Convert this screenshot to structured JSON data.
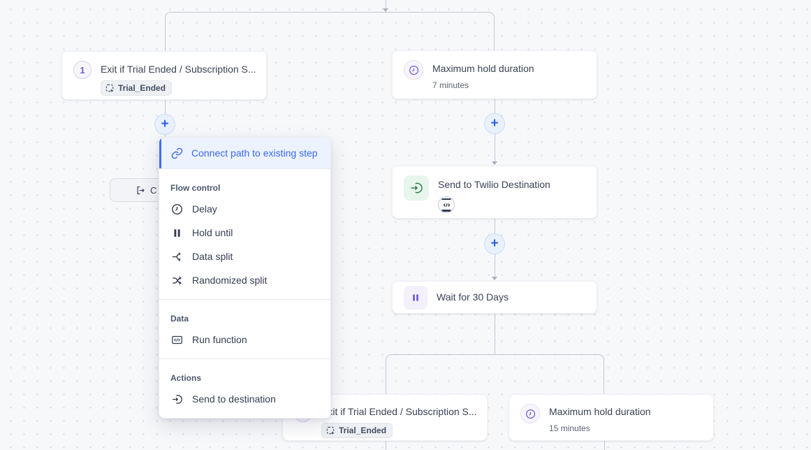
{
  "canvas": {
    "background": "#f7f8fa",
    "dot_color": "#d7dae1",
    "connector_color": "#c3c6d2"
  },
  "colors": {
    "accent_blue": "#3a67f2",
    "purple": "#6e5ed4",
    "green": "#2e7d4e",
    "title_text": "#3a4254"
  },
  "nodes": {
    "exit_top": {
      "badge": "1",
      "title": "Exit if Trial Ended / Subscription S...",
      "tag": "Trial_Ended"
    },
    "hold_top": {
      "title": "Maximum hold duration",
      "subtitle": "7 minutes"
    },
    "twilio": {
      "title": "Send to Twilio Destination"
    },
    "wait": {
      "title": "Wait for 30 Days"
    },
    "exit_bottom": {
      "title": "Exit if Trial Ended / Subscription S...",
      "tag": "Trial_Ended"
    },
    "hold_bottom": {
      "title": "Maximum hold duration",
      "subtitle": "15 minutes"
    }
  },
  "exit_pill": {
    "label": "C"
  },
  "plus": "+",
  "menu": {
    "connect_label": "Connect path to existing step",
    "flow_control_header": "Flow control",
    "delay_label": "Delay",
    "hold_until_label": "Hold until",
    "data_split_label": "Data split",
    "randomized_split_label": "Randomized split",
    "data_header": "Data",
    "run_function_label": "Run function",
    "actions_header": "Actions",
    "send_to_destination_label": "Send to destination"
  }
}
